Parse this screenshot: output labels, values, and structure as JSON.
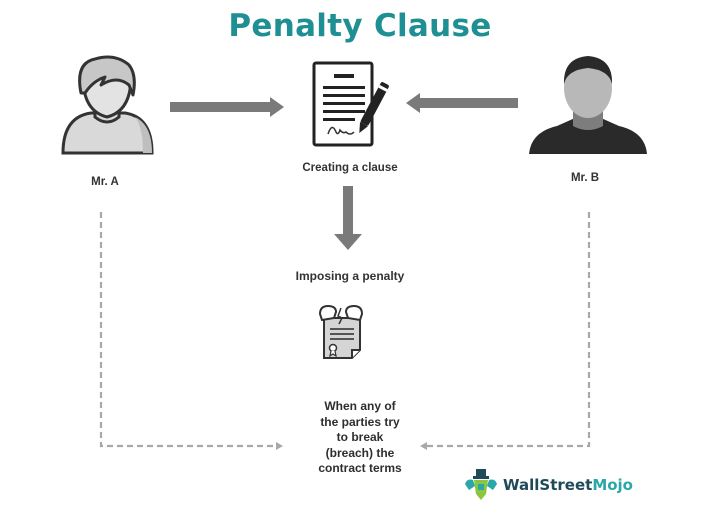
{
  "title": "Penalty Clause",
  "parties": {
    "left": {
      "label": "Mr. A",
      "icon": "person-outline-icon"
    },
    "right": {
      "label": "Mr. B",
      "icon": "person-silhouette-icon"
    }
  },
  "steps": {
    "create": {
      "label": "Creating a clause",
      "icon": "signed-document-icon"
    },
    "impose": {
      "label": "Imposing a penalty",
      "icon": "torn-contract-icon"
    },
    "breach": {
      "lines": [
        "When any of",
        "the parties try",
        "to break",
        "(breach) the",
        "contract terms"
      ]
    }
  },
  "colors": {
    "title": "#1e8f93",
    "arrow": "#7a7a7a",
    "dashed": "#a8a8a8",
    "logo_dark": "#1f4a5a",
    "logo_accent": "#2aa7a8"
  },
  "brand": {
    "name_part1": "WallStreet",
    "name_part2": "Mojo"
  }
}
